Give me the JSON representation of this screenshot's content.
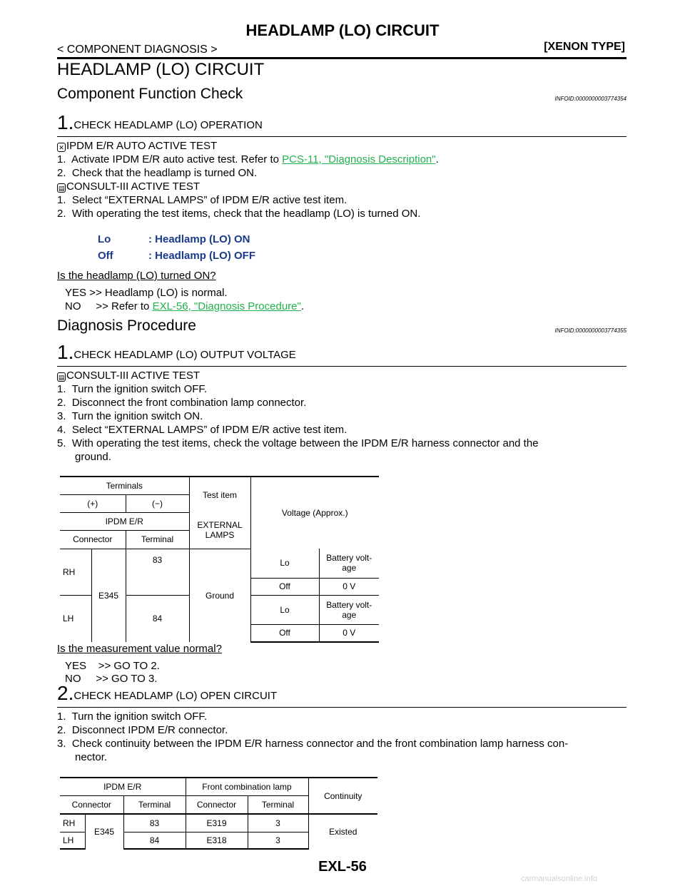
{
  "header": {
    "title": "HEADLAMP (LO) CIRCUIT",
    "section": "< COMPONENT DIAGNOSIS >",
    "type": "[XENON TYPE]"
  },
  "page_title": "HEADLAMP (LO) CIRCUIT",
  "cfc": {
    "heading": "Component Function Check",
    "infoid": "INFOID:0000000003774354",
    "step_num": "1.",
    "step_title": "CHECK HEADLAMP (LO) OPERATION",
    "ipdm_title": "IPDM E/R AUTO ACTIVE TEST",
    "ipdm_1_pre": "1.  Activate IPDM E/R auto active test. Refer to ",
    "ipdm_1_link": "PCS-11, \"Diagnosis Description\"",
    "ipdm_1_post": ".",
    "ipdm_2": "2.  Check that the headlamp is turned ON.",
    "consult_title": "CONSULT-III ACTIVE TEST",
    "consult_1": "1.  Select “EXTERNAL LAMPS” of IPDM E/R active test item.",
    "consult_2": "2.  With operating the test items, check that the headlamp (LO) is turned ON.",
    "spec_lo_key": "Lo",
    "spec_lo_val": ": Headlamp (LO) ON",
    "spec_off_key": "Off",
    "spec_off_val": ": Headlamp (LO) OFF",
    "question": "Is the headlamp (LO) turned ON?",
    "yes": "YES    >> Headlamp (LO) is normal.",
    "no_pre": "NO     >> Refer to ",
    "no_link": "EXL-56, \"Diagnosis Procedure\"",
    "no_post": "."
  },
  "dp": {
    "heading": "Diagnosis Procedure",
    "infoid": "INFOID:0000000003774355",
    "step1_num": "1.",
    "step1_title": "CHECK HEADLAMP (LO) OUTPUT VOLTAGE",
    "consult_title": "CONSULT-III ACTIVE TEST",
    "s1_1": "1.  Turn the ignition switch OFF.",
    "s1_2": "2.  Disconnect the front combination lamp connector.",
    "s1_3": "3.  Turn the ignition switch ON.",
    "s1_4": "4.  Select “EXTERNAL LAMPS” of IPDM E/R active test item.",
    "s1_5a": "5.  With operating the test items, check the voltage between the IPDM E/R harness connector and the",
    "s1_5b": "ground.",
    "question": "Is the measurement value normal?",
    "yes": "YES    >> GO TO 2.",
    "no": "NO     >> GO TO 3.",
    "step2_num": "2.",
    "step2_title": "CHECK HEADLAMP (LO) OPEN CIRCUIT",
    "s2_1": "1.  Turn the ignition switch OFF.",
    "s2_2": "2.  Disconnect IPDM E/R connector.",
    "s2_3a": "3.  Check continuity between the IPDM E/R harness connector and the front combination lamp harness con-",
    "s2_3b": "nector."
  },
  "table1": {
    "terminals": "Terminals",
    "plus": "(+)",
    "minus": "(−)",
    "ipdm": "IPDM E/R",
    "connector": "Connector",
    "terminal": "Terminal",
    "ground": "Ground",
    "test_item": "Test item",
    "external_lamps": "EXTERNAL LAMPS",
    "voltage": "Voltage (Approx.)",
    "rh": "RH",
    "lh": "LH",
    "conn": "E345",
    "t83": "83",
    "t84": "84",
    "lo": "Lo",
    "off": "Off",
    "batt": "Battery volt-age",
    "zero": "0 V"
  },
  "table2": {
    "ipdm": "IPDM E/R",
    "fcl": "Front combination lamp",
    "continuity": "Continuity",
    "connector": "Connector",
    "terminal": "Terminal",
    "rh": "RH",
    "lh": "LH",
    "e345": "E345",
    "t83": "83",
    "t84": "84",
    "e319": "E319",
    "e318": "E318",
    "t3": "3",
    "existed": "Existed"
  },
  "footer": "EXL-56",
  "watermark": "carmanualsonline.info"
}
